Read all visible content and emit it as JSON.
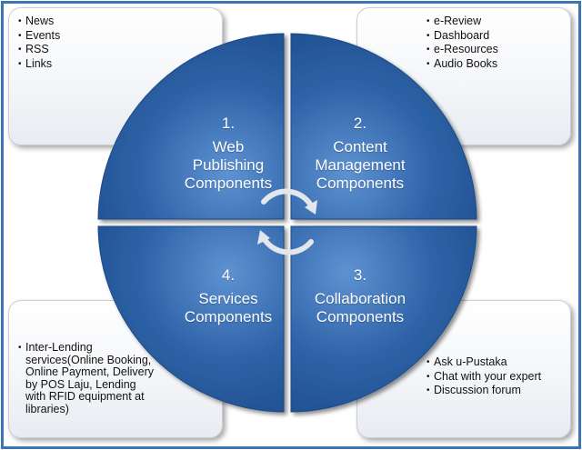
{
  "quadrants": {
    "web_publishing": {
      "number": "1.",
      "line1": "Web",
      "line2": "Publishing",
      "line3": "Components"
    },
    "content_management": {
      "number": "2.",
      "line1": "Content",
      "line2": "Management",
      "line3": "Components"
    },
    "collaboration": {
      "number": "3.",
      "line1": "Collaboration",
      "line2": "Components"
    },
    "services": {
      "number": "4.",
      "line1": "Services",
      "line2": "Components"
    }
  },
  "boxes": {
    "top_left": [
      "News",
      "Events",
      "RSS",
      "Links"
    ],
    "top_right": [
      "e-Review",
      "Dashboard",
      "e-Resources",
      "Audio Books"
    ],
    "bottom_right": [
      "Ask u-Pustaka",
      "Chat with your expert",
      "Discussion forum"
    ],
    "bottom_left": [
      "Inter-Lending services(Online Booking, Online Payment, Delivery by POS Laju, Lending with RFID equipment at libraries)"
    ]
  },
  "colors": {
    "quadrant_fill": "#2e63a8",
    "quadrant_light": "#5e92d2",
    "frame_border": "#3f74b3",
    "arrow": "#d9dde3"
  }
}
